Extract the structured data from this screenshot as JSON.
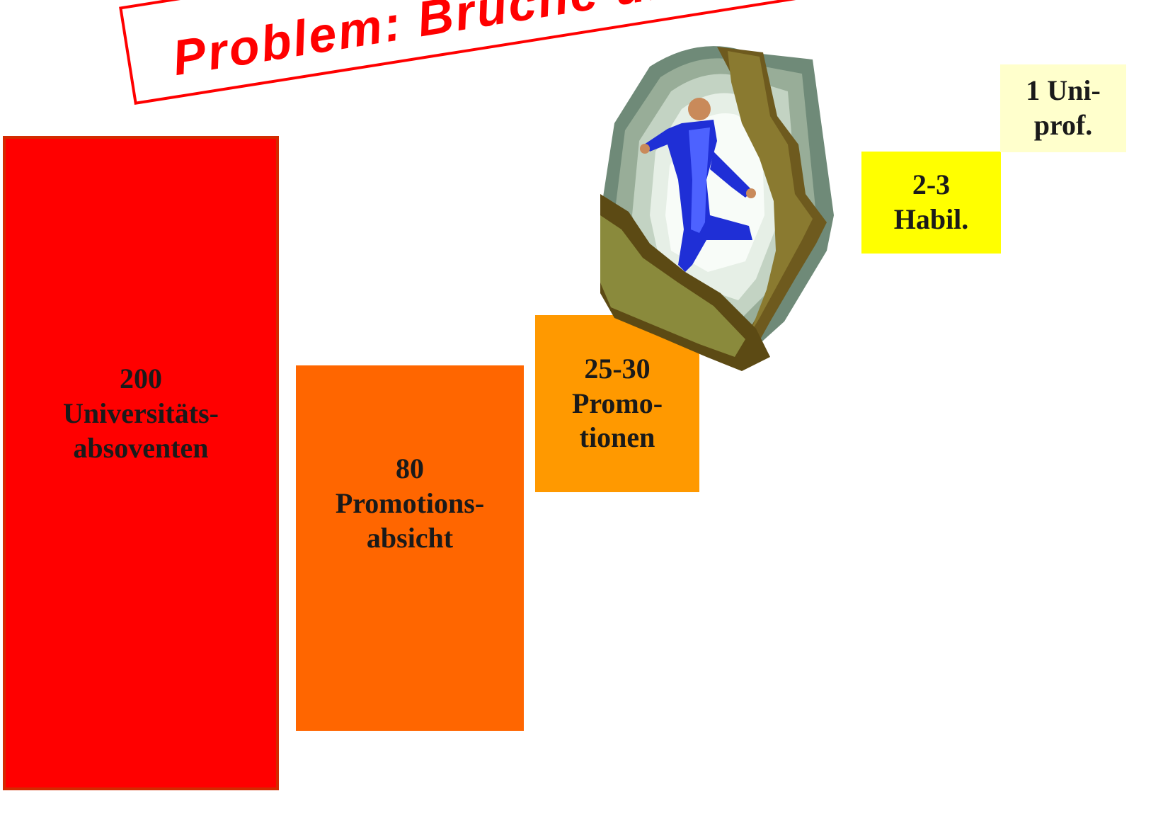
{
  "title": "Problem: Brüche und",
  "steps": [
    {
      "number": "200",
      "line1": "Universitäts-",
      "line2": "absoventen",
      "color": "#ff0000"
    },
    {
      "number": "80",
      "line1": "Promotions-",
      "line2": "absicht",
      "color": "#ff6600"
    },
    {
      "number": "25-30",
      "line1": "Promo-",
      "line2": "tionen",
      "color": "#ff9900"
    },
    {
      "number": "2-3",
      "line1": "Habil.",
      "color": "#ffff00"
    },
    {
      "number": "1 Uni-",
      "line1": "prof.",
      "color": "#ffffcc"
    }
  ],
  "illustration": "climber-in-rock-crevice"
}
